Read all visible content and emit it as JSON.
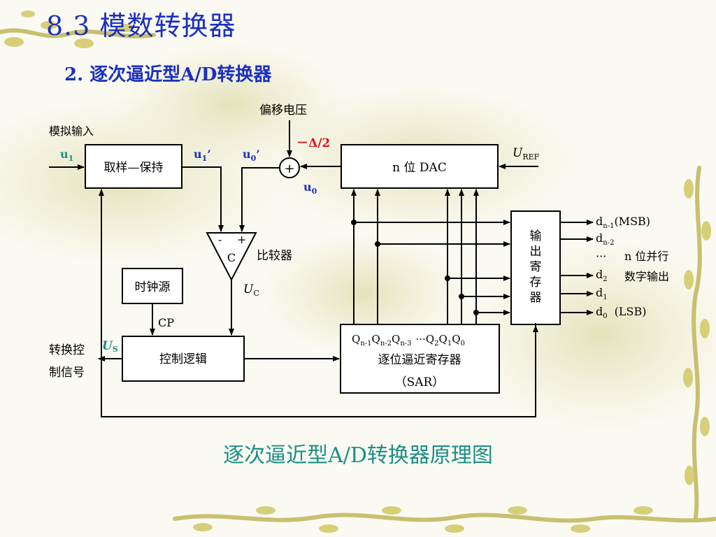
{
  "title": "8.3  模数转换器",
  "subtitle": "2. 逐次逼近型A/D转换器",
  "caption": "逐次逼近型A/D转换器原理图",
  "labels": {
    "analog_input": "模拟输入",
    "u1": "u",
    "u1_sub": "1",
    "sample_hold": "取样—保持",
    "u1_prime": "u",
    "u1_prime_sub": "1",
    "u0_prime": "u",
    "u0_prime_sub": "0",
    "prime": "’",
    "offset_voltage": "偏移电压",
    "minus_delta_half": "－Δ/2",
    "plus": "+",
    "u0": "u",
    "u0_sub": "0",
    "dac": "n 位 DAC",
    "uref_u": "U",
    "uref_sub": "REF",
    "comparator_minus": "-",
    "comparator_plus": "+",
    "comparator_c": "C",
    "comparator_label": "比较器",
    "uc_u": "U",
    "uc_sub": "C",
    "clock": "时钟源",
    "cp": "CP",
    "control_logic": "控制逻辑",
    "us_u": "U",
    "us_sub": "S",
    "conv_control_1": "转换控",
    "conv_control_2": "制信号",
    "sar_q": "Q",
    "sar_q_subs": [
      "n-1",
      "n-2",
      "n-3",
      "2",
      "1",
      "0"
    ],
    "sar_ellipsis": "···",
    "sar_name": "逐位逼近寄存器",
    "sar_abbr": "（SAR）",
    "output_register": [
      "输",
      "出",
      "寄",
      "存",
      "器"
    ],
    "d": "d",
    "d_subs": [
      "n-1",
      "n-2",
      "2",
      "1",
      "0"
    ],
    "msb": "(MSB)",
    "lsb": "(LSB)",
    "out_ellipsis": "···",
    "parallel_1": "n 位并行",
    "parallel_2": "数字输出"
  },
  "colors": {
    "title": "#1a2fc0",
    "caption": "#1a8f85",
    "signal_blue": "#1a2fc0",
    "signal_teal": "#1a8f85",
    "red": "#e0101a",
    "line": "#000000"
  }
}
